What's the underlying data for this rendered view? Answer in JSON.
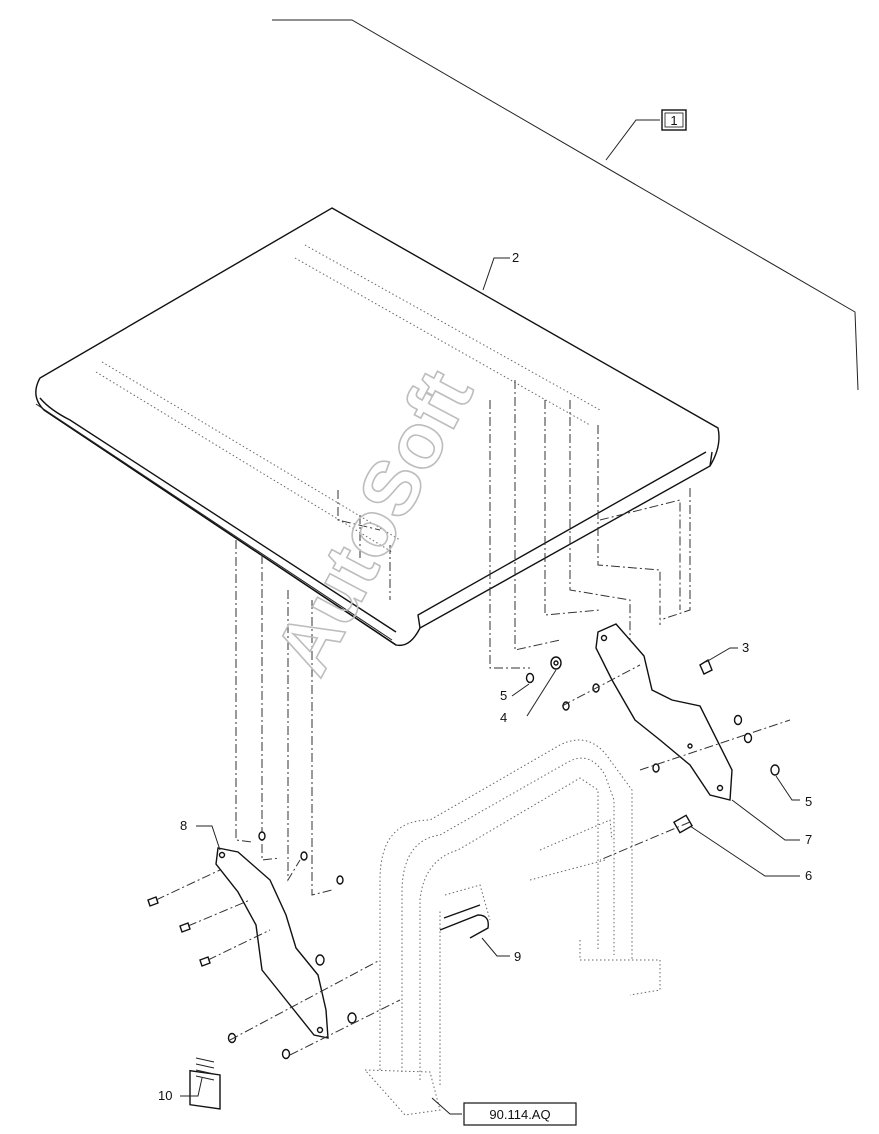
{
  "diagram": {
    "callouts": [
      {
        "id": "callout-1",
        "text": "1"
      },
      {
        "id": "callout-2",
        "text": "2"
      },
      {
        "id": "callout-3",
        "text": "3"
      },
      {
        "id": "callout-4",
        "text": "4"
      },
      {
        "id": "callout-5a",
        "text": "5"
      },
      {
        "id": "callout-5b",
        "text": "5"
      },
      {
        "id": "callout-6",
        "text": "6"
      },
      {
        "id": "callout-7",
        "text": "7"
      },
      {
        "id": "callout-8",
        "text": "8"
      },
      {
        "id": "callout-9",
        "text": "9"
      },
      {
        "id": "callout-10",
        "text": "10"
      }
    ],
    "reference_label": "90.114.AQ",
    "watermark": "AutoSoft"
  }
}
